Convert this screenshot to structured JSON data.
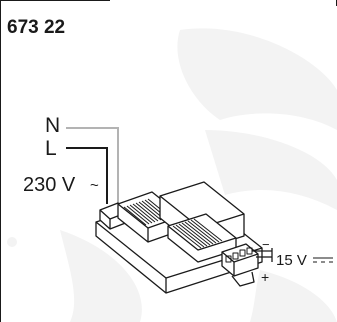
{
  "product_code": "673 22",
  "input": {
    "line_n": "N",
    "line_l": "L",
    "voltage": "230 V",
    "voltage_symbol": "~"
  },
  "output": {
    "voltage": "15 V",
    "minus_symbol": "−",
    "plus_symbol": "+"
  },
  "colors": {
    "line": "#1a1a1a",
    "wire_n": "#b3b3b3",
    "watermark": "#f3f3f3",
    "device_fill": "#ffffff"
  }
}
